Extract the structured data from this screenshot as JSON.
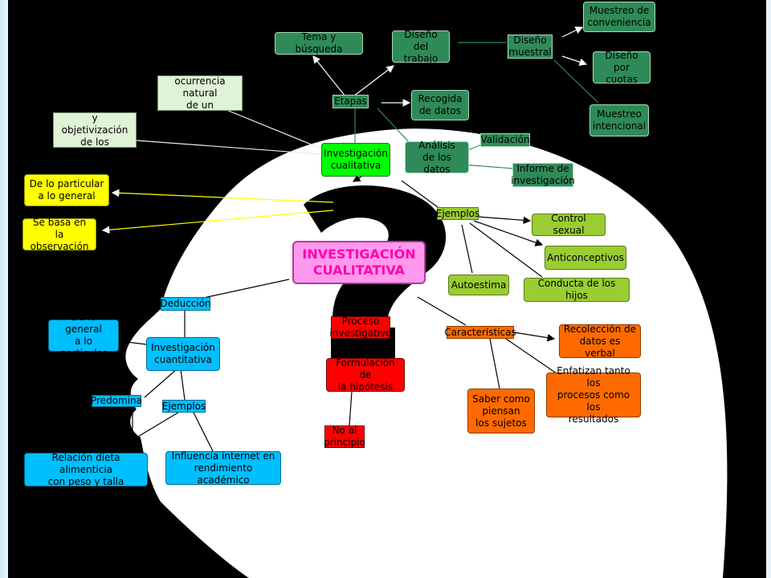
{
  "diagram": {
    "center": "INVESTIGACIÓN\nCUALITATIVA",
    "qualitative": {
      "title": "Investigación\ncualitativa",
      "etapas": "Etapas",
      "tema": "Tema y búsqueda",
      "diseno_trabajo": "Diseño del\ntrabajo",
      "recogida": "Recogida\nde datos",
      "analisis": "Análisis\nde los datos",
      "validacion": "Validación",
      "informe": "Informe de\ninvestigación",
      "diseno_muestral": "Diseño\nmuestral",
      "muestreo_conveniencia": "Muestreo de\nconveniencia",
      "diseno_cuotas": "Diseño\npor cuotas",
      "muestreo_intencional": "Muestreo\nintencional",
      "estudia": "Estudia la\nocurrencia natural\nde un fenómeno",
      "generalizacion": "Generalización y\nobjetivización\nde los resultados",
      "particular_general": "De lo particular\na lo general",
      "observacion": "Se basa en\nla observación",
      "ejemplos": "Ejemplos",
      "control_sexual": "Control sexual",
      "anticonceptivos": "Anticonceptivos",
      "autoestima": "Autoestima",
      "conducta": "Conducta de los hijos",
      "caracteristicas": "Características",
      "recoleccion": "Recolección de\ndatos es verbal",
      "enfatizan": "Enfatizan tanto los\nprocesos como los\nresultados",
      "saber": "Saber como\npiensan\nlos sujetos"
    },
    "quantitative": {
      "title": "Investigación\ncuantitativa",
      "deduccion": "Deducción",
      "general_particular": "De lo general\na lo particular",
      "predomina": "Predomina",
      "ejemplos": "Ejemplos",
      "relacion": "Relación dieta alimenticia\ncon peso y talla",
      "influencia": "Influencia internet en\nrendimiento académico"
    },
    "process": {
      "proceso": "Proceso\ninvestigativo",
      "formulacion": "Formulación de\nla hipótesis",
      "no_principio": "No al\nprincipio"
    }
  },
  "colors": {
    "background": "#000000",
    "head": "#ffffff",
    "dark_green": "#2e8b57",
    "bright_green": "#00ff00",
    "olive": "#9acd32",
    "yellow": "#ffff00",
    "pink": "#ff99ee",
    "blue": "#00bfff",
    "red": "#ff0000",
    "orange": "#ff6a00"
  }
}
